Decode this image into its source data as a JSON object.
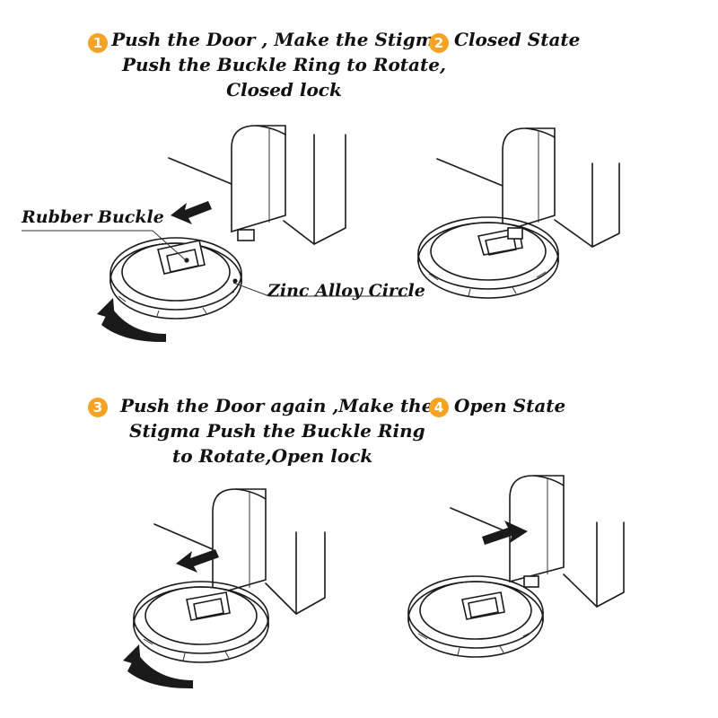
{
  "colors": {
    "badge": "#f4a324",
    "ink": "#1a1a1a"
  },
  "steps": [
    {
      "number": "1",
      "lines": [
        "Push the Door , Make the Stigma",
        "Push the Buckle Ring to Rotate,",
        "Closed lock"
      ]
    },
    {
      "number": "2",
      "lines": [
        "Closed State"
      ]
    },
    {
      "number": "3",
      "lines": [
        "Push the Door again ,Make the",
        "Stigma Push the Buckle Ring",
        "to Rotate,Open lock"
      ]
    },
    {
      "number": "4",
      "lines": [
        "Open State"
      ]
    }
  ],
  "callouts": {
    "rubber_buckle": "Rubber Buckle",
    "zinc_alloy_circle": "Zinc Alloy Circle"
  },
  "icons": [
    "push-arrow-icon",
    "rotate-arrow-icon"
  ]
}
